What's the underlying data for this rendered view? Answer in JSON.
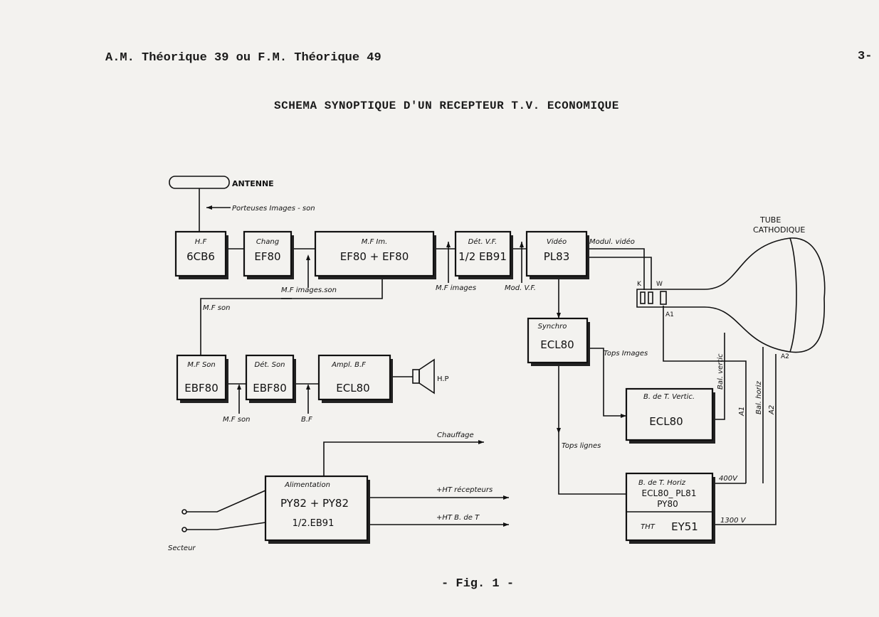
{
  "header": {
    "left": "A.M. Théorique 39  ou  F.M. Théorique 49",
    "page": "3-"
  },
  "title": "SCHEMA SYNOPTIQUE D'UN RECEPTEUR T.V. ECONOMIQUE",
  "caption": "- Fig. 1 -",
  "blocks": {
    "hf": {
      "title": "H.F",
      "tube": "6CB6"
    },
    "chang": {
      "title": "Chang",
      "tube": "EF80"
    },
    "mfim": {
      "title": "M.F Im.",
      "tube": "EF80  +  EF80"
    },
    "detvf": {
      "title": "Dét. V.F.",
      "tube": "1/2 EB91"
    },
    "video": {
      "title": "Vidéo",
      "tube": "PL83"
    },
    "mfson": {
      "title": "M.F Son",
      "tube": "EBF80"
    },
    "detson": {
      "title": "Dét. Son",
      "tube": "EBF80"
    },
    "amplbf": {
      "title": "Ampl. B.F",
      "tube": "ECL80"
    },
    "synchro": {
      "title": "Synchro",
      "tube": "ECL80"
    },
    "bdtvert": {
      "title": "B. de T. Vertic.",
      "tube": "ECL80"
    },
    "alim": {
      "title": "Alimentation",
      "tube1": "PY82 + PY82",
      "tube2": "1/2.EB91"
    },
    "bdthoriz": {
      "title": "B. de T. Horiz",
      "tube1": "ECL80_ PL81",
      "tube2": "PY80",
      "tht_label": "THT",
      "tht_tube": "EY51"
    }
  },
  "labels": {
    "antenne": "ANTENNE",
    "porteuses": "Porteuses Images - son",
    "tube": "TUBE",
    "cathodique": "CATHODIQUE",
    "modul_video": "Modul. vidéo",
    "mf_images_son": "M.F images.son",
    "mf_images": "M.F images",
    "mod_vf": "Mod. V.F.",
    "mf_son_top": "M.F son",
    "mf_son_bottom": "M.F son",
    "bf": "B.F",
    "hp": "H.P",
    "tops_images": "Tops Images",
    "tops_lignes": "Tops lignes",
    "chauffage": "Chauffage",
    "ht_recepteurs": "+HT récepteurs",
    "ht_bdt": "+HT B. de T",
    "secteur": "Secteur",
    "v400": "400V",
    "v1300": "1300 V",
    "k": "K",
    "w": "W",
    "a1": "A1",
    "a1_line": "A1",
    "a2": "A2",
    "a2_line": "A2",
    "bal_vertic": "Bal. vertic",
    "bal_horiz": "Bal. horiz"
  }
}
